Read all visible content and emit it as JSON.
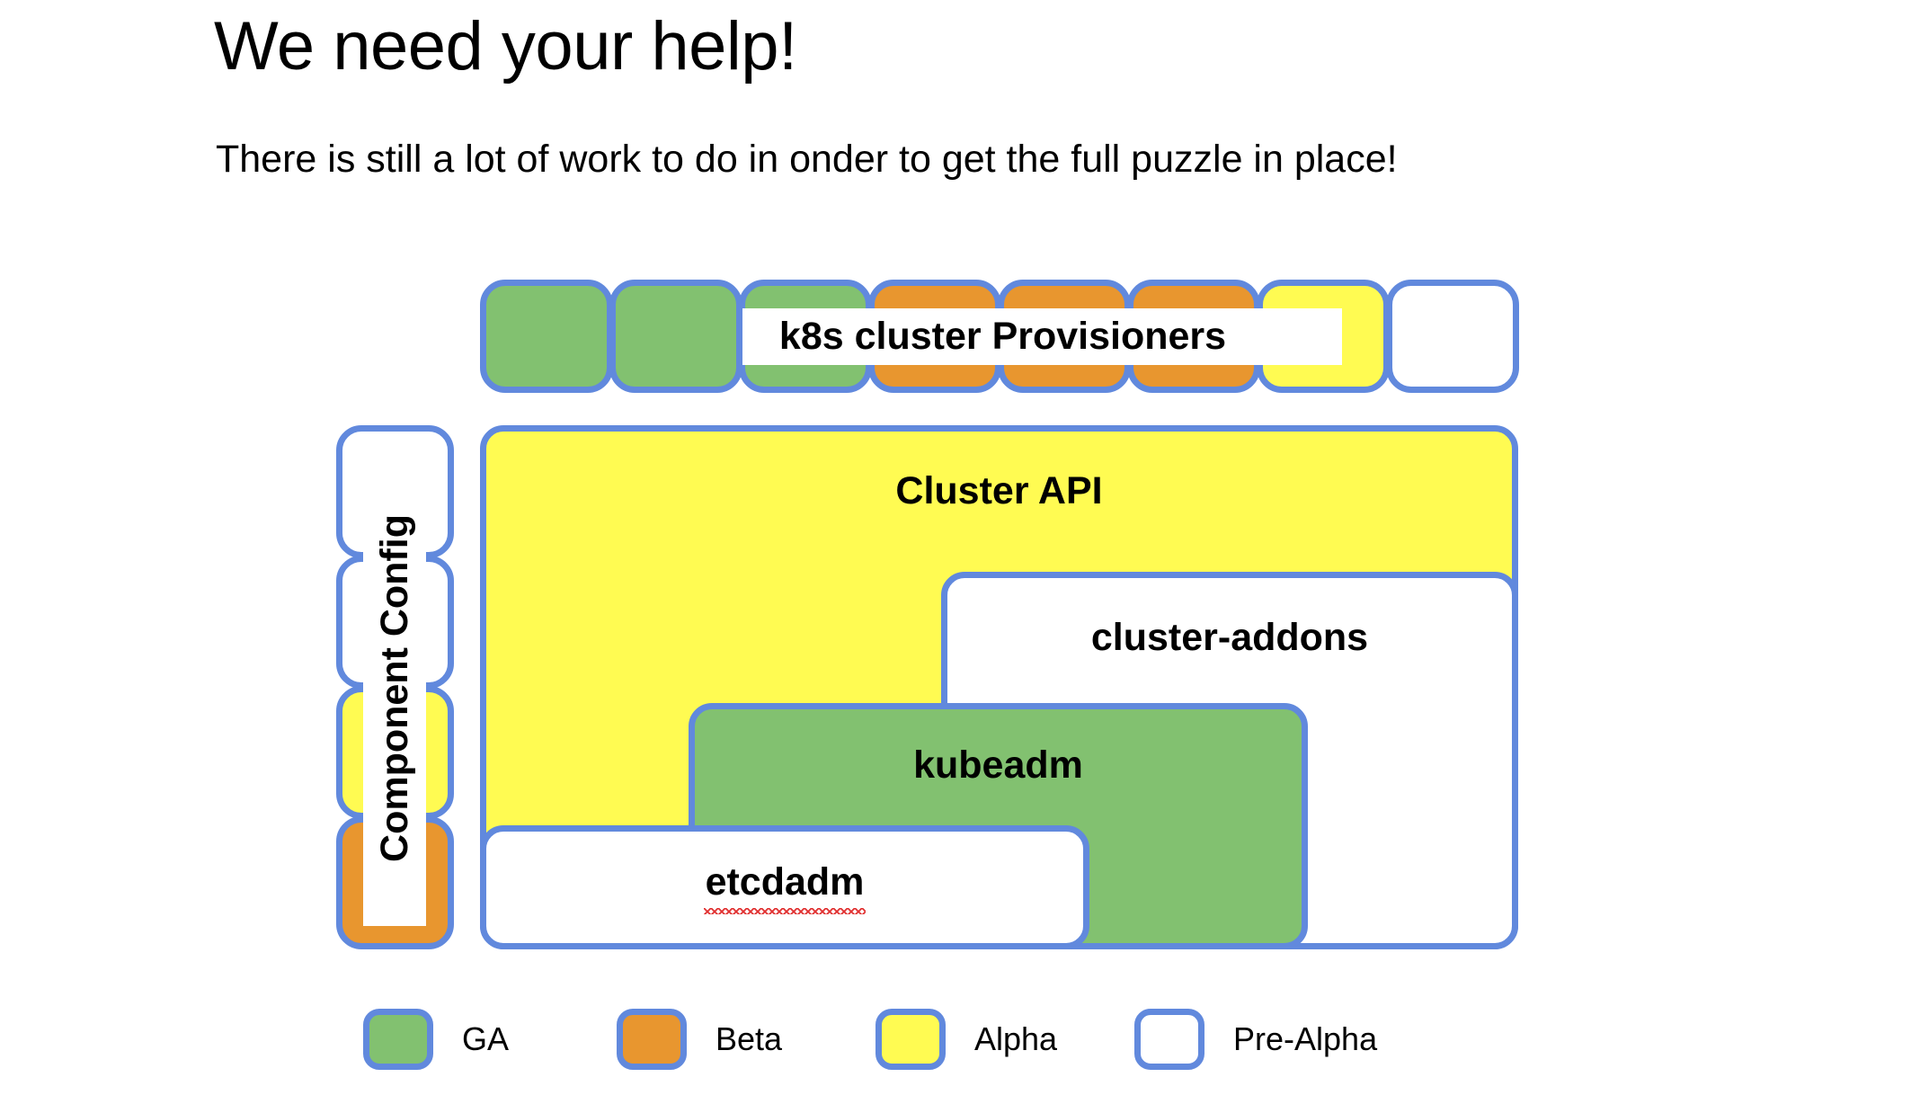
{
  "slide": {
    "title": "We need your help!",
    "subtitle": "There is still a lot of work to do in onder to get the full puzzle in place!"
  },
  "colors": {
    "ga": "#82C170",
    "beta": "#E8962F",
    "alpha": "#FFFB52",
    "pre_alpha": "#FFFFFF",
    "stroke": "#6189DD",
    "spellcheck": "#E03030"
  },
  "provisioners": {
    "banner_label": "k8s cluster Provisioners",
    "cells": [
      {
        "name": "provisioner-cell-1",
        "status": "GA",
        "fill": "#82C170"
      },
      {
        "name": "provisioner-cell-2",
        "status": "GA",
        "fill": "#82C170"
      },
      {
        "name": "provisioner-cell-3",
        "status": "GA",
        "fill": "#82C170"
      },
      {
        "name": "provisioner-cell-4",
        "status": "Beta",
        "fill": "#E8962F"
      },
      {
        "name": "provisioner-cell-5",
        "status": "Beta",
        "fill": "#E8962F"
      },
      {
        "name": "provisioner-cell-6",
        "status": "Beta",
        "fill": "#E8962F"
      },
      {
        "name": "provisioner-cell-7",
        "status": "Alpha",
        "fill": "#FFFB52"
      },
      {
        "name": "provisioner-cell-8",
        "status": "Pre-Alpha",
        "fill": "#FFFFFF"
      }
    ]
  },
  "component_config": {
    "banner_label": "Component Config",
    "cells": [
      {
        "name": "component-config-cell-1",
        "status": "Pre-Alpha",
        "fill": "#FFFFFF"
      },
      {
        "name": "component-config-cell-2",
        "status": "Pre-Alpha",
        "fill": "#FFFFFF"
      },
      {
        "name": "component-config-cell-3",
        "status": "Alpha",
        "fill": "#FFFB52"
      },
      {
        "name": "component-config-cell-4",
        "status": "Beta",
        "fill": "#E8962F"
      }
    ]
  },
  "puzzle": {
    "cluster_api": {
      "label": "Cluster API",
      "status": "Alpha",
      "fill": "#FFFB52"
    },
    "cluster_addons": {
      "label": "cluster-addons",
      "status": "Pre-Alpha",
      "fill": "#FFFFFF"
    },
    "kubeadm": {
      "label": "kubeadm",
      "status": "GA",
      "fill": "#82C170"
    },
    "etcdadm": {
      "label": "etcdadm",
      "status": "Pre-Alpha",
      "fill": "#FFFFFF",
      "spellcheck_underline": true
    }
  },
  "legend": {
    "items": [
      {
        "label": "GA",
        "fill": "#82C170"
      },
      {
        "label": "Beta",
        "fill": "#E8962F"
      },
      {
        "label": "Alpha",
        "fill": "#FFFB52"
      },
      {
        "label": "Pre-Alpha",
        "fill": "#FFFFFF"
      }
    ]
  }
}
